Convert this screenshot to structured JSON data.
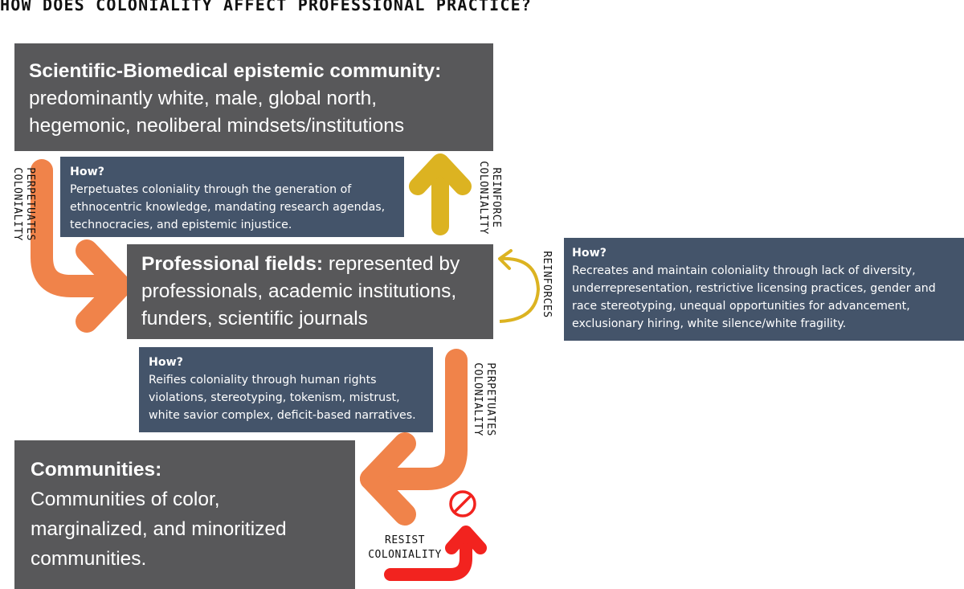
{
  "title": "HOW DOES COLONIALITY AFFECT PROFESSIONAL PRACTICE?",
  "scientific_box": {
    "heading": "Scientific-Biomedical epistemic community:",
    "body": "predominantly white, male, global north, hegemonic, neoliberal mindsets/institutions"
  },
  "professional_box": {
    "heading": "Professional fields:",
    "body": "represented by professionals, academic institutions, funders, scientific journals"
  },
  "communities_box": {
    "heading": "Communities:",
    "body": "Communities of color, marginalized, and minoritized communities."
  },
  "how_boxes": [
    {
      "heading": "How?",
      "body": "Perpetuates coloniality through the generation of ethnocentric knowledge, mandating research agendas, technocracies,  and epistemic injustice."
    },
    {
      "heading": "How?",
      "body": "Recreates and maintain coloniality through lack of diversity, underrepresentation, restrictive licensing practices, gender and race stereotyping, unequal opportunities for advancement, exclusionary hiring, white silence/white fragility."
    },
    {
      "heading": "How?",
      "body": "Reifies coloniality through human rights violations, stereotyping, tokenism, mistrust, white savior complex, deficit-based narratives."
    }
  ],
  "labels": {
    "perpetuates_left": "PERPETUATES\nCOLONIALITY",
    "reinforce_coloniality": "REINFORCE\nCOLONIALITY",
    "reinforces": "REINFORCES",
    "perpetuates_right": "PERPETUATES\nCOLONIALITY",
    "resist": "RESIST\nCOLONIALITY"
  },
  "colors": {
    "dark_box": "#58585a",
    "blue_box": "#44546a",
    "orange_arrow": "#f0834a",
    "yellow_arrow": "#dcb321",
    "red_arrow": "#f2231f"
  },
  "icons": {
    "prohibit": "no-entry-circle-icon"
  }
}
